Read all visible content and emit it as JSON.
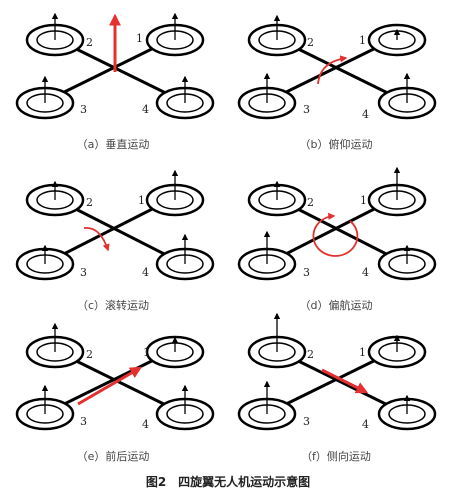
{
  "figure_title": "图2　四旋翼无人机运动示意图",
  "colors": {
    "stroke": "#000000",
    "accent": "#e53030"
  },
  "panels": [
    {
      "caption": "（a）垂直运动",
      "rotor_labels": [
        "1",
        "2",
        "3",
        "4"
      ]
    },
    {
      "caption": "（b）俯仰运动",
      "rotor_labels": [
        "1",
        "2",
        "3",
        "4"
      ]
    },
    {
      "caption": "（c）滚转运动",
      "rotor_labels": [
        "1",
        "2",
        "3",
        "4"
      ]
    },
    {
      "caption": "（d）偏航运动",
      "rotor_labels": [
        "1",
        "2",
        "3",
        "4"
      ]
    },
    {
      "caption": "（e）前后运动",
      "rotor_labels": [
        "1",
        "2",
        "3",
        "4"
      ]
    },
    {
      "caption": "（f）侧向运动",
      "rotor_labels": [
        "1",
        "2",
        "3",
        "4"
      ]
    }
  ]
}
